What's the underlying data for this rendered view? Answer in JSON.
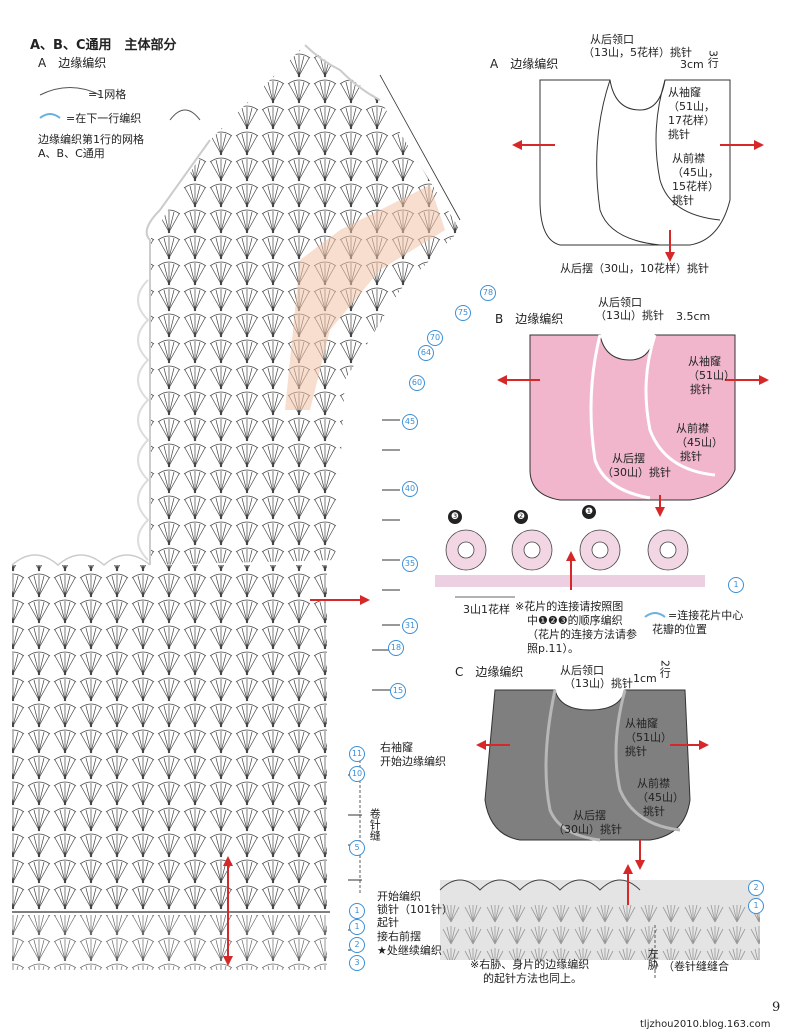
{
  "page": {
    "title": "A、B、C通用　主体部分",
    "subtitle_a": "A　边缘编织",
    "legend_1": "=1网格",
    "legend_2": "=在下一行编织",
    "legend_3": "边缘编织第1行的网格",
    "legend_4": "A、B、C通用",
    "page_number": "9",
    "watermark": "tljzhou2010.blog.163.com"
  },
  "diagram_a": {
    "title": "A　边缘编织",
    "neck": "从后领口",
    "neck_count": "（13山，5花样）挑针",
    "cm": "3cm",
    "rows": "3行",
    "sleeve": "从袖窿",
    "sleeve_count": "（51山，",
    "sleeve_count2": "17花样）",
    "sleeve_pick": "挑针",
    "front": "从前襟",
    "front_count": "（45山，",
    "front_count2": "15花样）",
    "front_pick": "挑针",
    "hem": "从后摆（30山，10花样）挑针"
  },
  "diagram_b": {
    "title": "B　边缘编织",
    "neck": "从后领口",
    "neck_count": "（13山）挑针",
    "cm": "3.5cm",
    "sleeve": "从袖窿",
    "sleeve_count": "（51山）",
    "sleeve_pick": "挑针",
    "front": "从前襟",
    "front_count": "（45山）",
    "front_pick": "挑针",
    "hem": "从后摆",
    "hem_count": "（30山）挑针"
  },
  "flowers": {
    "labels": [
      "❸",
      "❷",
      "❶"
    ],
    "repeat": "3山1花样",
    "note1": "※花片的连接请按照图",
    "note2": "中❶❷❸的顺序编织",
    "note3": "（花片的连接方法请参",
    "note4": "照p.11）。",
    "legend1": "=连接花片中心",
    "legend2": "花瓣的位置",
    "row": "1"
  },
  "diagram_c": {
    "title": "C　边缘编织",
    "neck": "从后领口",
    "neck_count": "（13山）挑针",
    "cm": "1cm",
    "rows": "2行",
    "sleeve": "从袖窿",
    "sleeve_count": "（51山）",
    "sleeve_pick": "挑针",
    "front": "从前襟",
    "front_count": "（45山）",
    "front_pick": "挑针",
    "hem": "从后摆",
    "hem_count": "（30山）挑针",
    "note1": "※右胁、身片的边缘编织",
    "note2": "的起针方法也同上。",
    "side": "左胁",
    "seam": "（卷针缝缝合",
    "row2": "2",
    "row1": "1"
  },
  "main_chart": {
    "right_sleeve": "右袖窿",
    "right_sleeve2": "开始边缘编织",
    "roll_seam": "卷针缝",
    "start": "开始编织",
    "chain": "锁针（101针）",
    "cast": "起针",
    "continue": "接右前摆",
    "continue2": "★处继续编织",
    "row_numbers_upper": [
      "78",
      "75",
      "70",
      "64",
      "60",
      "45",
      "40",
      "35",
      "31"
    ],
    "row_numbers_mid": [
      "18",
      "15"
    ],
    "row_numbers_lower": [
      "11",
      "10",
      "5",
      "1"
    ],
    "row_numbers_edge": [
      "1",
      "2",
      "3"
    ]
  }
}
